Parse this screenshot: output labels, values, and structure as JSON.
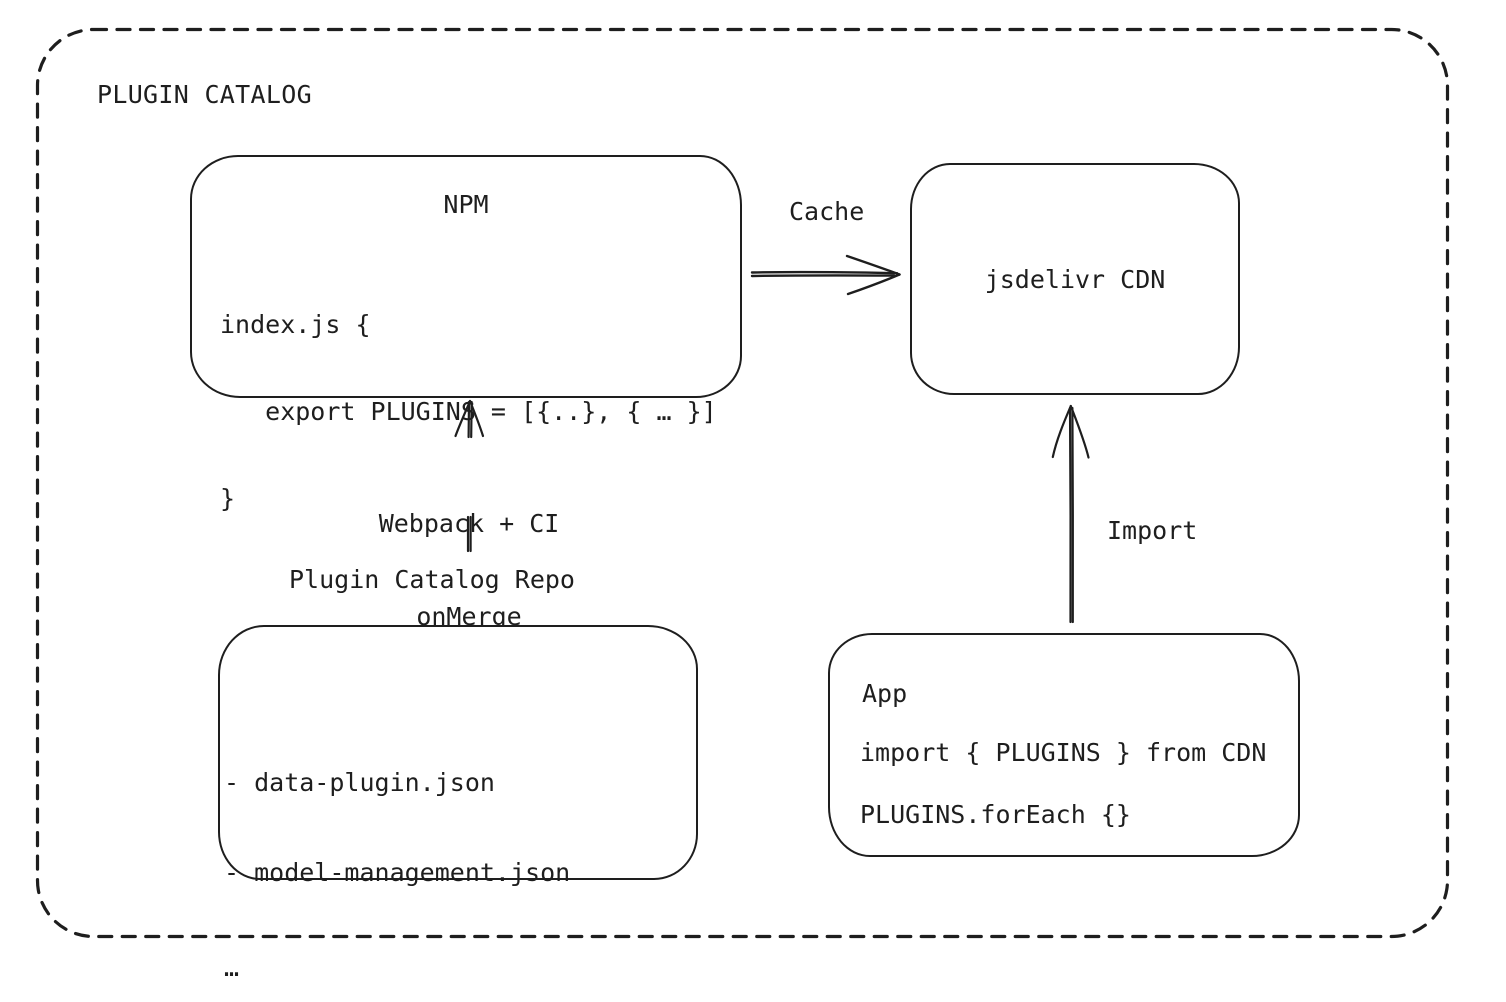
{
  "frame": {
    "title": "PLUGIN CATALOG"
  },
  "nodes": {
    "npm": {
      "title": "NPM",
      "code": [
        "index.js {",
        "   export PLUGINS = [{..}, { … }]",
        "}"
      ]
    },
    "cdn": {
      "label": "jsdelivr CDN"
    },
    "repo": {
      "caption": "Plugin Catalog Repo",
      "items": [
        "- data-plugin.json",
        "- model-management.json",
        "…"
      ]
    },
    "app": {
      "title": "App",
      "code": [
        "import { PLUGINS } from CDN",
        "PLUGINS.forEach {}"
      ]
    }
  },
  "edges": {
    "cache": {
      "label": "Cache",
      "from": "NPM",
      "to": "jsdelivr CDN"
    },
    "build": {
      "line1": "Webpack + CI",
      "line2": "onMerge",
      "from": "Plugin Catalog Repo",
      "to": "NPM"
    },
    "import": {
      "label": "Import",
      "from": "App",
      "to": "jsdelivr CDN"
    }
  },
  "colors": {
    "ink": "#1e1e1e",
    "background": "#ffffff"
  }
}
